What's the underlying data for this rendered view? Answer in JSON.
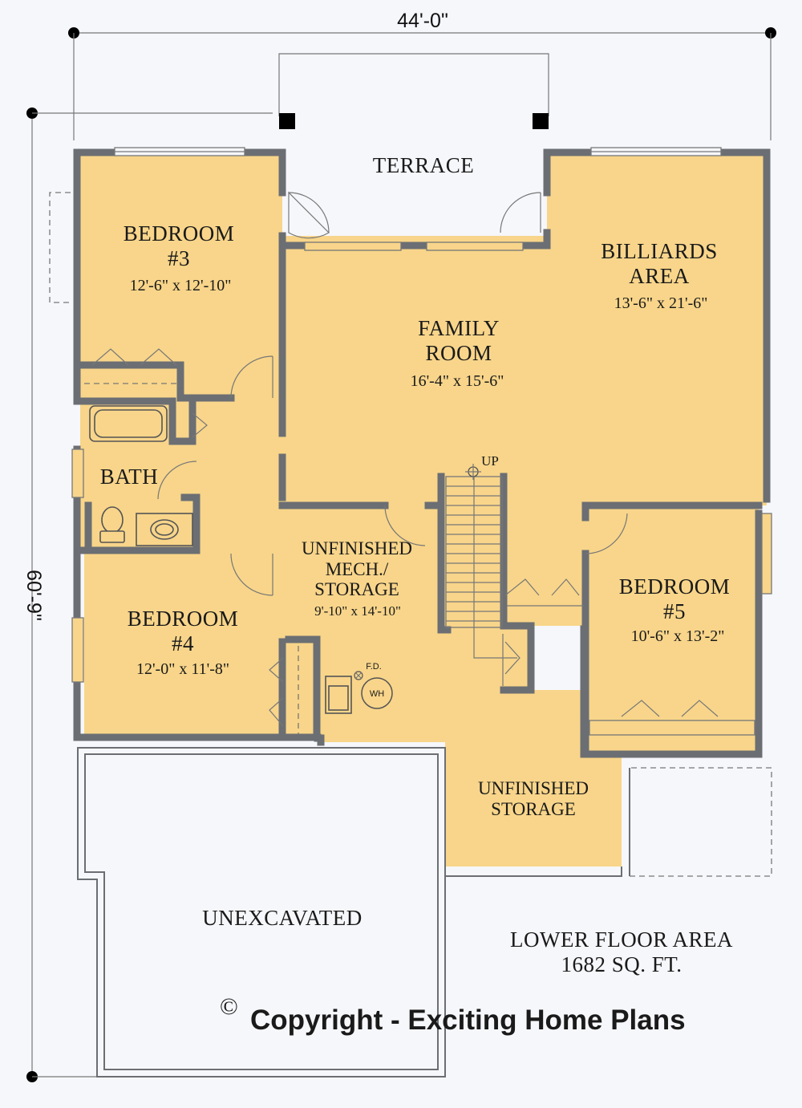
{
  "dimensions": {
    "width_label": "44'-0\"",
    "depth_label": "60'-9\""
  },
  "rooms": {
    "terrace": {
      "name": "TERRACE"
    },
    "bedroom3": {
      "name_line1": "BEDROOM",
      "name_line2": "#3",
      "size": "12'-6\" x 12'-10\""
    },
    "billiards": {
      "name_line1": "BILLIARDS",
      "name_line2": "AREA",
      "size": "13'-6\" x 21'-6\""
    },
    "family": {
      "name_line1": "FAMILY",
      "name_line2": "ROOM",
      "size": "16'-4\" x 15'-6\""
    },
    "bath": {
      "name": "BATH"
    },
    "stairs": {
      "label": "UP"
    },
    "mech": {
      "name_line1": "UNFINISHED",
      "name_line2": "MECH./",
      "name_line3": "STORAGE",
      "size": "9'-10\" x 14'-10\""
    },
    "bedroom4": {
      "name_line1": "BEDROOM",
      "name_line2": "#4",
      "size": "12'-0\" x 11'-8\""
    },
    "bedroom5": {
      "name_line1": "BEDROOM",
      "name_line2": "#5",
      "size": "10'-6\" x 13'-2\""
    },
    "storage": {
      "name_line1": "UNFINISHED",
      "name_line2": "STORAGE"
    },
    "unexcavated": {
      "name": "UNEXCAVATED"
    }
  },
  "fixtures": {
    "floor_drain": "F.D.",
    "water_heater": "WH"
  },
  "area": {
    "line1": "LOWER FLOOR AREA",
    "line2": "1682 SQ. FT."
  },
  "copyright": {
    "symbol": "©",
    "text": "Copyright - Exciting Home Plans"
  },
  "colors": {
    "room_fill": "#f8d58a",
    "wall": "#6b6e73",
    "background": "#f6f7fb"
  }
}
